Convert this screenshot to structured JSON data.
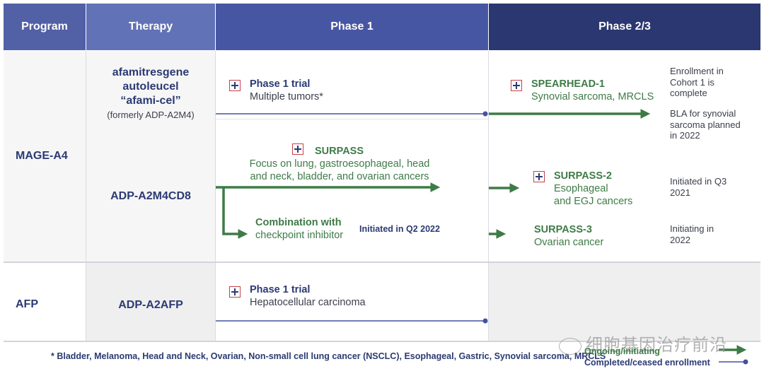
{
  "header": {
    "program": "Program",
    "therapy": "Therapy",
    "phase1": "Phase 1",
    "phase23": "Phase 2/3"
  },
  "colors": {
    "header_program": "#5260a6",
    "header_therapy": "#6272b6",
    "header_phase1": "#4756a3",
    "header_phase23": "#2b3770",
    "ongoing_arrow": "#3e7b47",
    "completed_line": "#4451a0",
    "plus_border": "#c73f4a",
    "row_shade": "#efefef"
  },
  "mage": {
    "program": "MAGE-A4",
    "afami": {
      "name_lines": [
        "afamitresgene",
        "autoleucel",
        "“afami-cel”"
      ],
      "formerly": "(formerly ADP-A2M4)",
      "phase1_title": "Phase 1 trial",
      "phase1_sub": "Multiple tumors*",
      "spearhead_title": "SPEARHEAD-1",
      "spearhead_sub": "Synovial sarcoma, MRCLS",
      "note1": "Enrollment in Cohort 1 is complete",
      "note2": "BLA for synovial sarcoma planned in 2022"
    },
    "cd8": {
      "name": "ADP-A2M4CD8",
      "surpass_title": "SURPASS",
      "surpass_sub1": "Focus on lung, gastroesophageal, head",
      "surpass_sub2": "and neck, bladder, and ovarian cancers",
      "combo_title": "Combination with",
      "combo_sub": "checkpoint inhibitor",
      "combo_note": "Initiated in Q2 2022",
      "surpass2_title": "SURPASS-2",
      "surpass2_sub1": "Esophageal",
      "surpass2_sub2": "and EGJ cancers",
      "surpass2_note": "Initiated in Q3 2021",
      "surpass3_title": "SURPASS-3",
      "surpass3_sub": "Ovarian cancer",
      "surpass3_note": "Initiating in 2022"
    }
  },
  "afp": {
    "program": "AFP",
    "therapy": "ADP-A2AFP",
    "phase1_title": "Phase 1 trial",
    "phase1_sub": "Hepatocellular carcinoma"
  },
  "footnote": "* Bladder, Melanoma, Head and Neck, Ovarian, Non-small cell lung cancer (NSCLC), Esophageal, Gastric, Synovial sarcoma, MRCLS",
  "legend": {
    "ongoing": "Ongoing/initiating",
    "completed": "Completed/ceased enrollment"
  },
  "watermark": "细胞基因治疗前沿"
}
